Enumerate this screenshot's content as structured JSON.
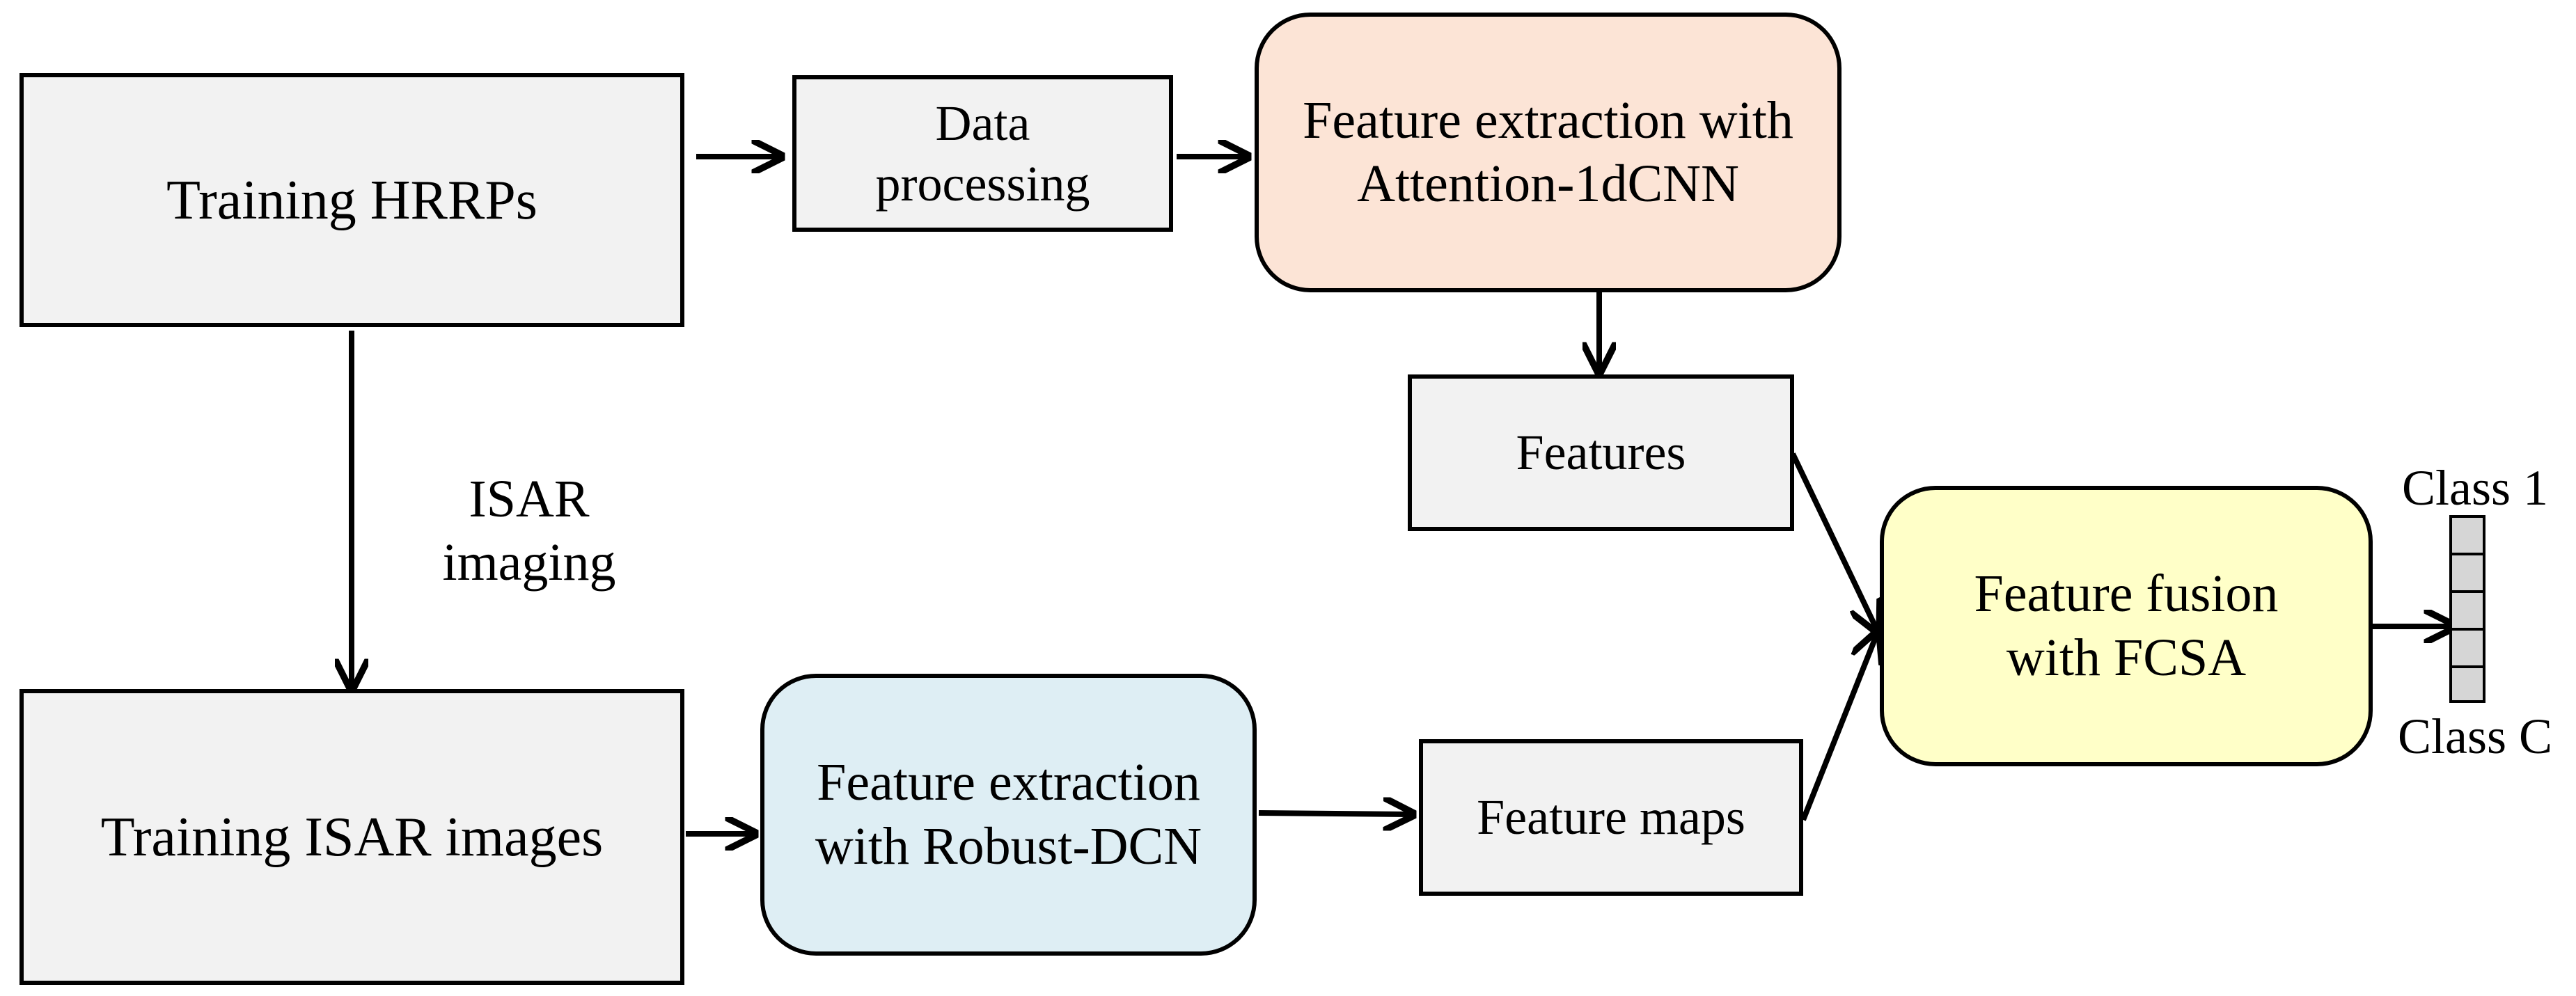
{
  "colors": {
    "gray_box": "#f2f2f2",
    "attention_box": "#fce4d6",
    "robust_box": "#deeef4",
    "fusion_box": "#ffffc8",
    "vector_cell": "#d6d6d6"
  },
  "nodes": {
    "training_hrrps": "Training HRRPs",
    "data_processing": [
      "Data",
      "processing"
    ],
    "attention_1dcnn": [
      "Feature extraction with",
      "Attention-1dCNN"
    ],
    "features": "Features",
    "isar_imaging": [
      "ISAR",
      "imaging"
    ],
    "training_isar": "Training ISAR images",
    "robust_dcn": [
      "Feature extraction",
      "with Robust-DCN"
    ],
    "feature_maps": "Feature maps",
    "fusion_fcsa": [
      "Feature fusion",
      "with FCSA"
    ]
  },
  "output": {
    "class_first": "Class 1",
    "class_last": "Class C"
  }
}
